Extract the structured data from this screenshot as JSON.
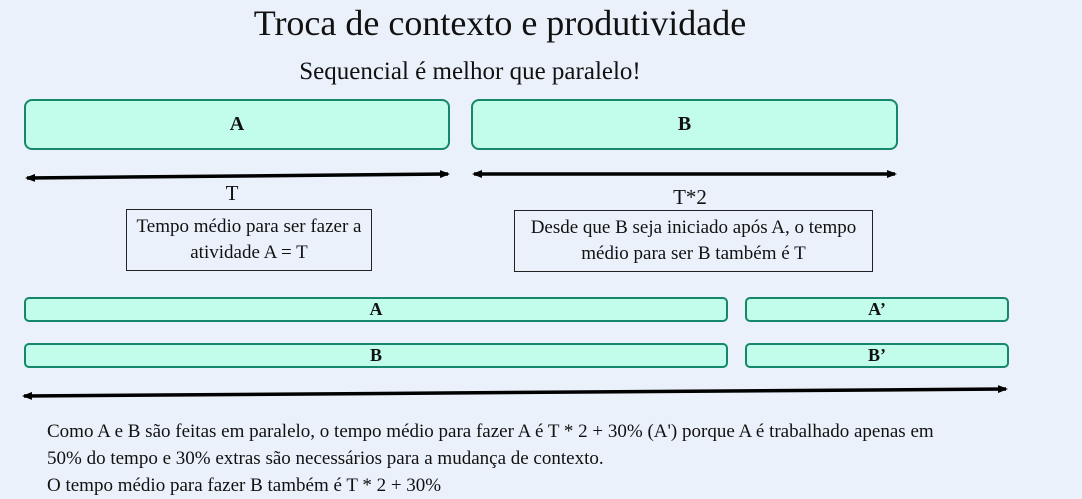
{
  "title": "Troca de contexto e produtividade",
  "subtitle": "Sequencial é melhor que paralelo!",
  "sequential": {
    "task_a": "A",
    "task_b": "B",
    "duration_a": "T",
    "duration_b": "T*2",
    "note_a": "Tempo médio para ser fazer a atividade A = T",
    "note_b": "Desde que B seja iniciado após A, o tempo médio para ser B também é T"
  },
  "parallel": {
    "row_a": {
      "main": "A",
      "overhead": "A’"
    },
    "row_b": {
      "main": "B",
      "overhead": "B’"
    }
  },
  "description": {
    "line1": "Como A e B são feitas em paralelo, o tempo médio para fazer A é T * 2 + 30% (A') porque A é trabalhado apenas em",
    "line2": "50% do tempo e 30% extras são necessários para a mudança de contexto.",
    "line3": "O tempo médio para fazer B também é T * 2 + 30%"
  },
  "colors": {
    "box_fill": "#c2fdec",
    "box_border": "#16876a",
    "background": "#eaf1fa"
  }
}
